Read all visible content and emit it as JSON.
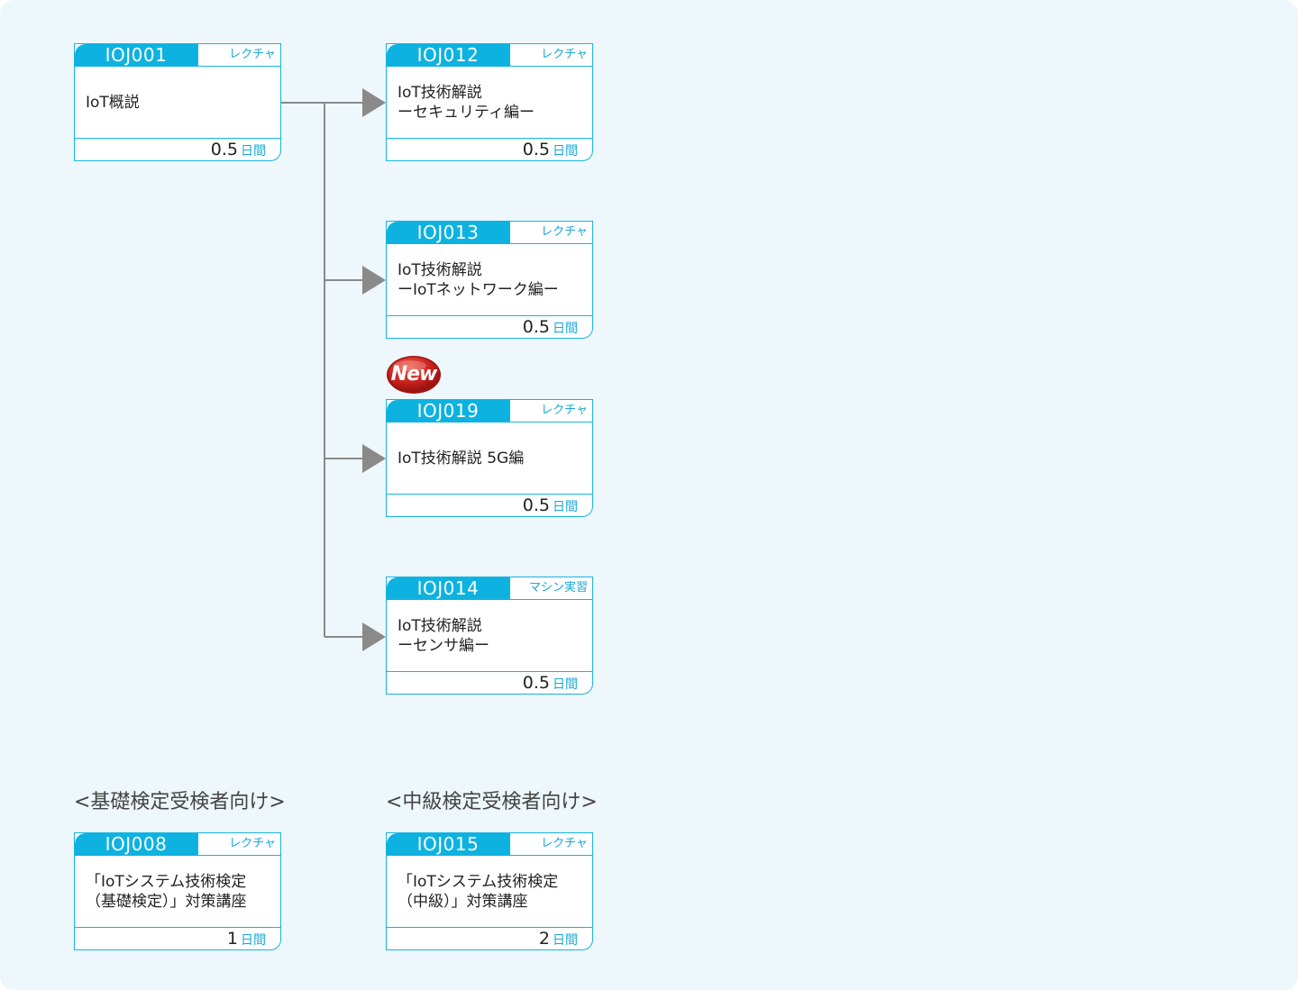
{
  "courses": {
    "iot_overview": {
      "code": "IOJ001",
      "type": "レクチャ",
      "title_lines": [
        "IoT概説"
      ],
      "duration": "0.5",
      "unit": "日間"
    },
    "security": {
      "code": "IOJ012",
      "type": "レクチャ",
      "title_lines": [
        "IoT技術解説",
        "ーセキュリティ編ー"
      ],
      "duration": "0.5",
      "unit": "日間"
    },
    "network": {
      "code": "IOJ013",
      "type": "レクチャ",
      "title_lines": [
        "IoT技術解説",
        "ーIoTネットワーク編ー"
      ],
      "duration": "0.5",
      "unit": "日間"
    },
    "five_g": {
      "code": "IOJ019",
      "type": "レクチャ",
      "title_lines": [
        "IoT技術解説 5G編"
      ],
      "duration": "0.5",
      "unit": "日間"
    },
    "sensor": {
      "code": "IOJ014",
      "type": "マシン実習",
      "title_lines": [
        "IoT技術解説",
        "ーセンサ編ー"
      ],
      "duration": "0.5",
      "unit": "日間"
    },
    "basic_exam": {
      "code": "IOJ008",
      "type": "レクチャ",
      "title_lines": [
        "「IoTシステム技術検定",
        "（基礎検定）」対策講座"
      ],
      "duration": "1",
      "unit": "日間"
    },
    "intermediate_exam": {
      "code": "IOJ015",
      "type": "レクチャ",
      "title_lines": [
        "「IoTシステム技術検定",
        "（中級）」対策講座"
      ],
      "duration": "2",
      "unit": "日間"
    }
  },
  "sections": {
    "basic": "<基礎検定受検者向け>",
    "intermediate": "<中級検定受検者向け>"
  },
  "badge": {
    "label": "New"
  },
  "colors": {
    "accent": "#0db2e0",
    "border": "#16b4e0",
    "connector": "#888888",
    "background": "#eef7fb",
    "badge": "#c8201e"
  }
}
